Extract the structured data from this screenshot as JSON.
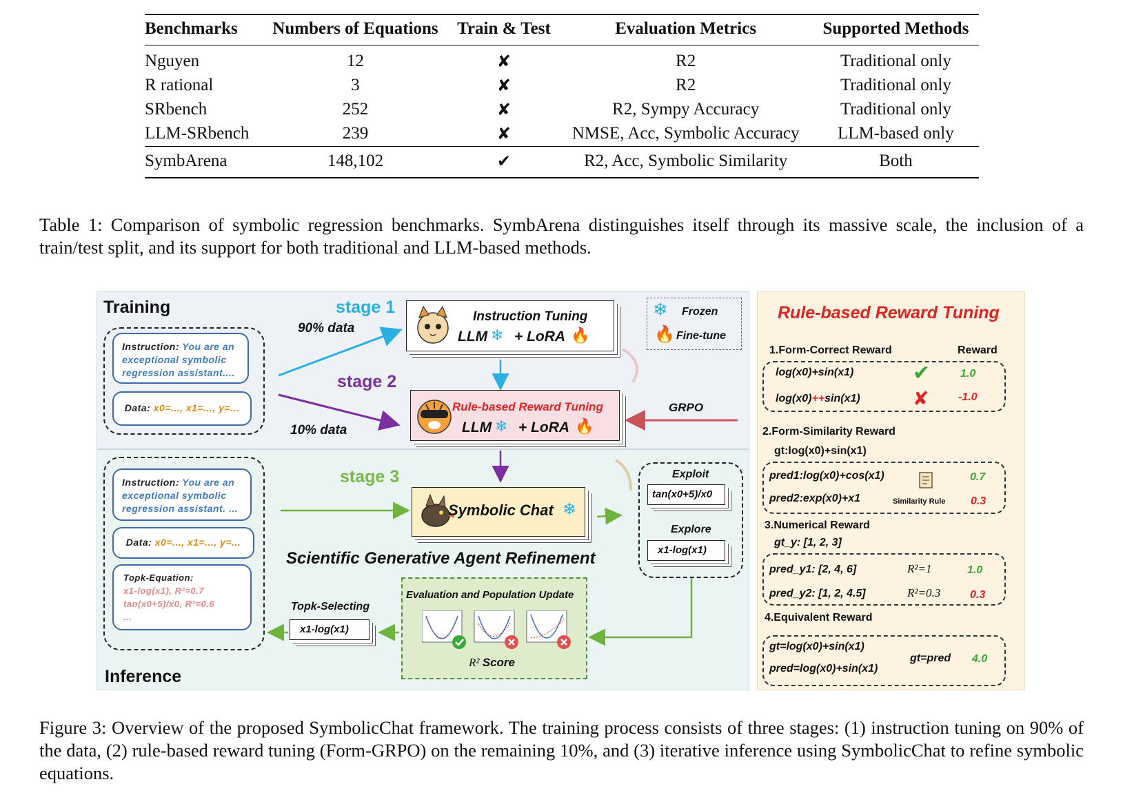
{
  "table": {
    "headers": [
      "Benchmarks",
      "Numbers of Equations",
      "Train & Test",
      "Evaluation Metrics",
      "Supported Methods"
    ],
    "rows": [
      {
        "name": "Nguyen",
        "count": "12",
        "split": "✘",
        "metrics": "R2",
        "methods": "Traditional only"
      },
      {
        "name": "R rational",
        "count": "3",
        "split": "✘",
        "metrics": "R2",
        "methods": "Traditional only"
      },
      {
        "name": "SRbench",
        "count": "252",
        "split": "✘",
        "metrics": "R2, Sympy Accuracy",
        "methods": "Traditional only"
      },
      {
        "name": "LLM-SRbench",
        "count": "239",
        "split": "✘",
        "metrics": "NMSE, Acc, Symbolic Accuracy",
        "methods": "LLM-based only"
      }
    ],
    "footer": {
      "name": "SymbArena",
      "count": "148,102",
      "split": "✔",
      "metrics": "R2, Acc, Symbolic Similarity",
      "methods": "Both"
    }
  },
  "table_caption": "Table 1: Comparison of symbolic regression benchmarks. SymbArena distinguishes itself through its massive scale, the inclusion of a train/test split, and its support for both traditional and LLM-based methods.",
  "figure": {
    "training_title": "Training",
    "inference_title": "Inference",
    "instruction_label": "Instruction:",
    "instruction_text_1": "You are an exceptional symbolic regression assistant....",
    "instruction_text_2": "You are an exceptional symbolic regression assistant. ...",
    "data_label": "Data:",
    "data_text": "x0=..., x1=..., y=...",
    "topk_title": "Topk-Equation:",
    "topk_line1": "x1-log(x1), R²=0.7",
    "topk_line2": "tan(x0+5)/x0, R²=0.6",
    "topk_line3": "...",
    "stage1": "stage 1",
    "stage2": "stage 2",
    "stage3": "stage 3",
    "data90": "90% data",
    "data10": "10% data",
    "instruction_tuning": "Instruction Tuning",
    "llm": "LLM",
    "lora": "+ LoRA",
    "rule_reward": "Rule-based Reward Tuning",
    "grpo": "GRPO",
    "frozen": "Frozen",
    "finetune": "Fine-tune",
    "symbolic_chat": "Symbolic Chat",
    "agent_title": "Scientific Generative Agent Refinement",
    "exploit": "Exploit",
    "exploit_eq": "tan(x0+5)/x0",
    "explore": "Explore",
    "explore_eq": "x1-log(x1)",
    "topk_selecting": "Topk-Selecting",
    "topk_selected_eq": "x1-log(x1)",
    "eval_title": "Evaluation and Population Update",
    "r2_score": "Score",
    "r2_symbol": "R²"
  },
  "reward": {
    "title": "Rule-based Reward Tuning",
    "s1_title": "1.Form-Correct Reward",
    "s1_reward_col": "Reward",
    "s1_eq1": "log(x0)+sin(x1)",
    "s1_val1": "1.0",
    "s1_eq2_a": "log(x0)",
    "s1_eq2_b": "++",
    "s1_eq2_c": "sin(x1)",
    "s1_val2": "-1.0",
    "s2_title": "2.Form-Similarity Reward",
    "s2_gt": "gt:log(x0)+sin(x1)",
    "s2_pred1": "pred1:log(x0)+cos(x1)",
    "s2_val1": "0.7",
    "s2_pred2": "pred2:exp(x0)+x1",
    "s2_rule": "Similarity Rule",
    "s2_val2": "0.3",
    "s3_title": "3.Numerical Reward",
    "s3_gt": "gt_y: [1, 2, 3]",
    "s3_pred1": "pred_y1: [2, 4, 6]",
    "s3_r1": "R²=1",
    "s3_val1": "1.0",
    "s3_pred2": "pred_y2: [1, 2, 4.5]",
    "s3_r2": "R²=0.3",
    "s3_val2": "0.3",
    "s4_title": "4.Equivalent Reward",
    "s4_gt": "gt=log(x0)+sin(x1)",
    "s4_pred": "pred=log(x0)+sin(x1)",
    "s4_eq": "gt=pred",
    "s4_val": "4.0"
  },
  "figure_caption": "Figure 3: Overview of the proposed SymbolicChat framework. The training process consists of three stages: (1) instruction tuning on 90% of the data, (2) rule-based reward tuning (Form-GRPO) on the remaining 10%, and (3) iterative inference using SymbolicChat to refine symbolic equations.",
  "colors": {
    "stage1": "#2ab0e0",
    "stage2": "#7b2fa0",
    "stage3": "#7ab84a",
    "grpo_arrow": "#c9545a",
    "reward_title": "#e02424",
    "positive": "#3aa836",
    "negative": "#e02424"
  }
}
